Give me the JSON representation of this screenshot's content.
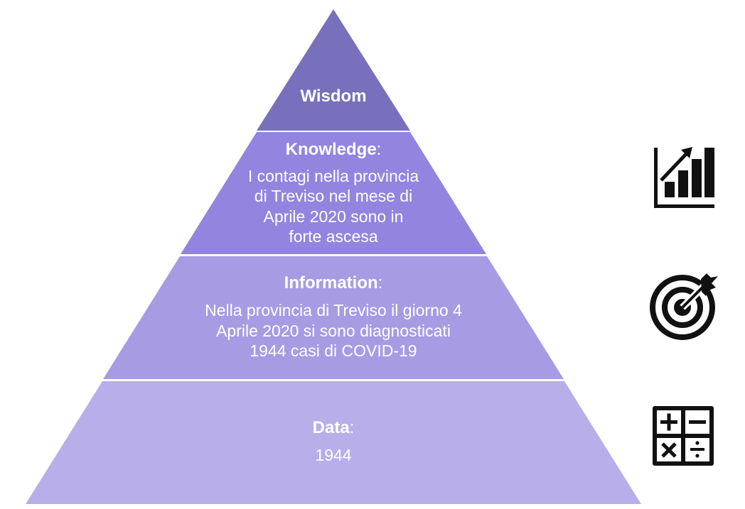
{
  "pyramid": {
    "levels": [
      {
        "title": "Wisdom",
        "colon": "",
        "lines": [],
        "color": "#7870bc"
      },
      {
        "title": "Knowledge",
        "colon": ":",
        "lines": [
          "I contagi nella provincia",
          "di Treviso nel mese di",
          "Aprile 2020 sono in",
          "forte ascesa"
        ],
        "color": "#9384df"
      },
      {
        "title": "Information",
        "colon": ":",
        "lines": [
          "Nella provincia di Treviso il giorno 4",
          "Aprile 2020 si sono diagnosticati",
          "1944 casi di COVID-19"
        ],
        "color": "#a79be4"
      },
      {
        "title": "Data",
        "colon": ":",
        "lines": [
          "1944"
        ],
        "color": "#b8aeea"
      }
    ]
  },
  "icons": [
    {
      "name": "growth-chart-icon"
    },
    {
      "name": "target-icon"
    },
    {
      "name": "calculator-icon"
    }
  ]
}
